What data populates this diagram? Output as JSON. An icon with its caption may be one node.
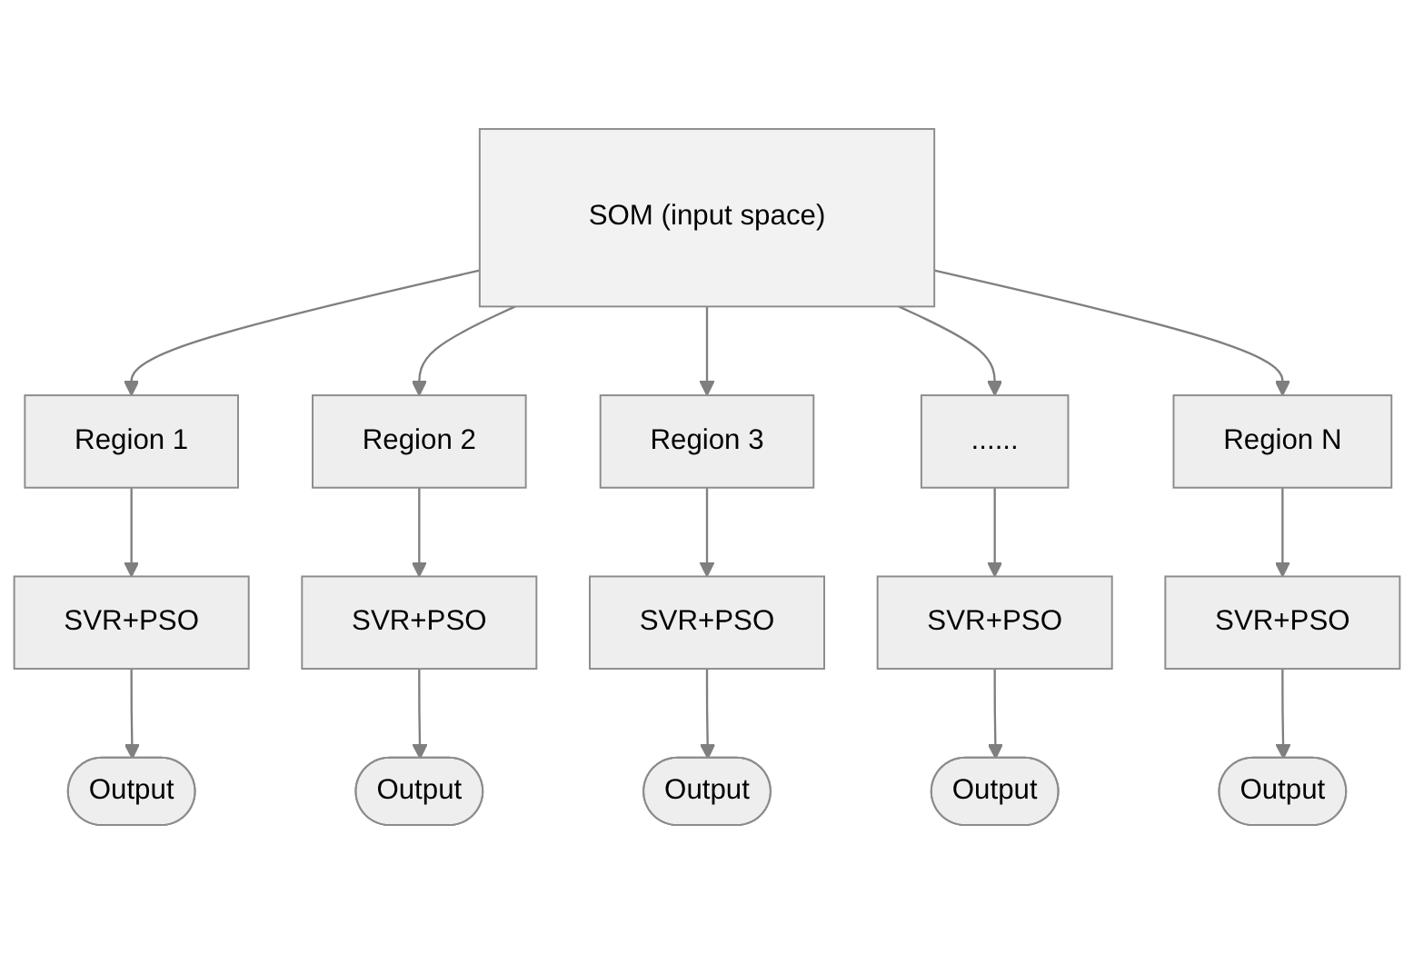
{
  "diagram": {
    "nodes": [
      {
        "text": [
          "SOM (input space)"
        ]
      },
      {
        "text": [
          "Region 1"
        ]
      },
      {
        "text": [
          "Region 2"
        ]
      },
      {
        "text": [
          "Region 3"
        ]
      },
      {
        "text": [
          "......"
        ]
      },
      {
        "text": [
          "Region N"
        ]
      },
      {
        "text": [
          "SVR+PSO"
        ]
      },
      {
        "text": [
          "SVR+PSO"
        ]
      },
      {
        "text": [
          "SVR+PSO"
        ]
      },
      {
        "text": [
          "SVR+PSO"
        ]
      },
      {
        "text": [
          "SVR+PSO"
        ]
      },
      {
        "text": [
          "Output"
        ]
      },
      {
        "text": [
          "Output"
        ]
      },
      {
        "text": [
          "Output"
        ]
      },
      {
        "text": [
          "Output"
        ]
      },
      {
        "text": [
          "Output"
        ]
      }
    ],
    "edges": [
      {
        "from": 0,
        "to": 1,
        "arrow": "to"
      },
      {
        "from": 0,
        "to": 2,
        "arrow": "to"
      },
      {
        "from": 0,
        "to": 3,
        "arrow": "to"
      },
      {
        "from": 0,
        "to": 4,
        "arrow": "to"
      },
      {
        "from": 0,
        "to": 5,
        "arrow": "to"
      },
      {
        "from": 1,
        "to": 6,
        "arrow": "to"
      },
      {
        "from": 2,
        "to": 7,
        "arrow": "to"
      },
      {
        "from": 3,
        "to": 8,
        "arrow": "to"
      },
      {
        "from": 4,
        "to": 9,
        "arrow": "to"
      },
      {
        "from": 5,
        "to": 10,
        "arrow": "to"
      },
      {
        "from": 6,
        "to": 11,
        "arrow": "to"
      },
      {
        "from": 7,
        "to": 12,
        "arrow": "to"
      },
      {
        "from": 8,
        "to": 13,
        "arrow": "to"
      },
      {
        "from": 9,
        "to": 14,
        "arrow": "to"
      },
      {
        "from": 10,
        "to": 15,
        "arrow": "to"
      }
    ]
  }
}
